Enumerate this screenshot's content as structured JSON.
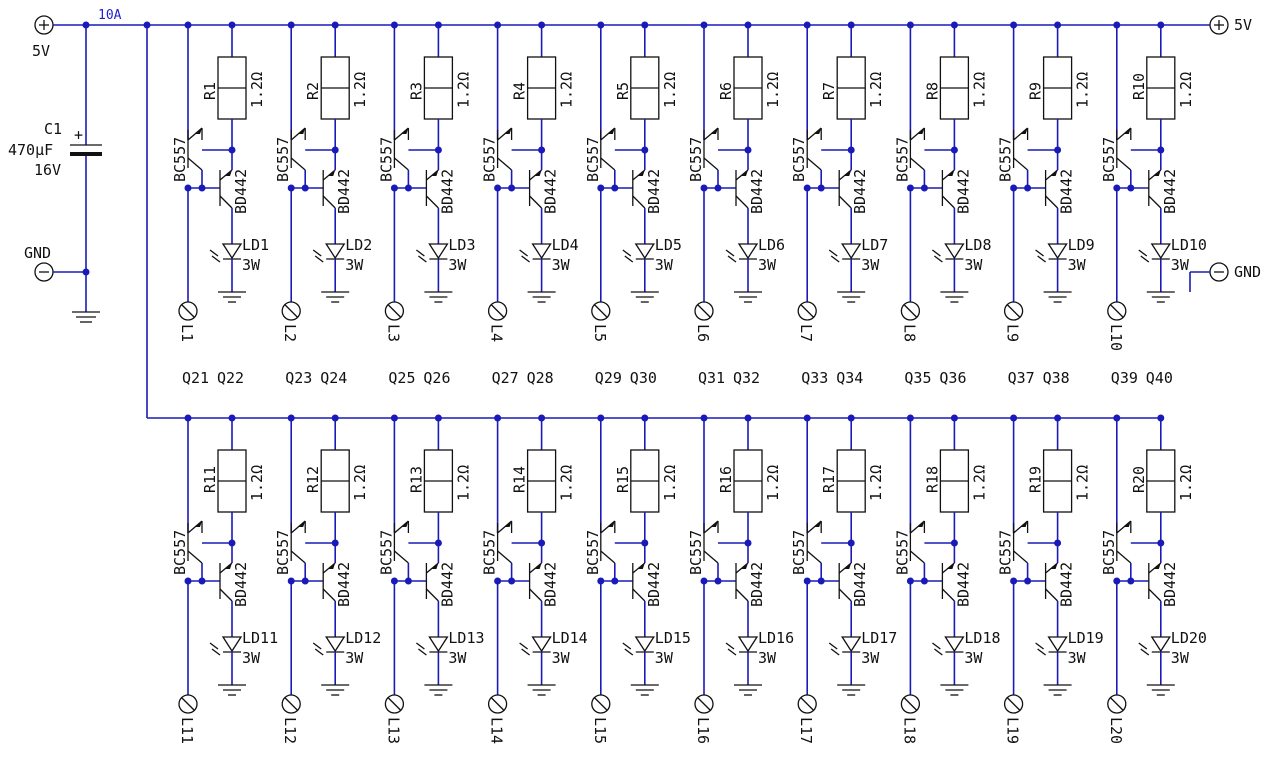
{
  "supply": {
    "pos_label_left": "5V",
    "pos_label_right": "5V",
    "gnd_label_left": "GND",
    "gnd_label_right": "GND",
    "current_label": "10A"
  },
  "capacitor": {
    "name": "C1",
    "value": "470µF",
    "voltage": "16V",
    "plus": "+"
  },
  "top_row": [
    {
      "r": "R1",
      "r_val": "1.2Ω",
      "q1": "BC557",
      "q2": "BD442",
      "led": "LD1",
      "led_w": "3W",
      "out": "L1"
    },
    {
      "r": "R2",
      "r_val": "1.2Ω",
      "q1": "BC557",
      "q2": "BD442",
      "led": "LD2",
      "led_w": "3W",
      "out": "L2"
    },
    {
      "r": "R3",
      "r_val": "1.2Ω",
      "q1": "BC557",
      "q2": "BD442",
      "led": "LD3",
      "led_w": "3W",
      "out": "L3"
    },
    {
      "r": "R4",
      "r_val": "1.2Ω",
      "q1": "BC557",
      "q2": "BD442",
      "led": "LD4",
      "led_w": "3W",
      "out": "L4"
    },
    {
      "r": "R5",
      "r_val": "1.2Ω",
      "q1": "BC557",
      "q2": "BD442",
      "led": "LD5",
      "led_w": "3W",
      "out": "L5"
    },
    {
      "r": "R6",
      "r_val": "1.2Ω",
      "q1": "BC557",
      "q2": "BD442",
      "led": "LD6",
      "led_w": "3W",
      "out": "L6"
    },
    {
      "r": "R7",
      "r_val": "1.2Ω",
      "q1": "BC557",
      "q2": "BD442",
      "led": "LD7",
      "led_w": "3W",
      "out": "L7"
    },
    {
      "r": "R8",
      "r_val": "1.2Ω",
      "q1": "BC557",
      "q2": "BD442",
      "led": "LD8",
      "led_w": "3W",
      "out": "L8"
    },
    {
      "r": "R9",
      "r_val": "1.2Ω",
      "q1": "BC557",
      "q2": "BD442",
      "led": "LD9",
      "led_w": "3W",
      "out": "L9"
    },
    {
      "r": "R10",
      "r_val": "1.2Ω",
      "q1": "BC557",
      "q2": "BD442",
      "led": "LD10",
      "led_w": "3W",
      "out": "L10"
    }
  ],
  "bottom_row": [
    {
      "qa": "Q21",
      "qb": "Q22",
      "r": "R11",
      "r_val": "1.2Ω",
      "q1": "BC557",
      "q2": "BD442",
      "led": "LD11",
      "led_w": "3W",
      "out": "L11"
    },
    {
      "qa": "Q23",
      "qb": "Q24",
      "r": "R12",
      "r_val": "1.2Ω",
      "q1": "BC557",
      "q2": "BD442",
      "led": "LD12",
      "led_w": "3W",
      "out": "L12"
    },
    {
      "qa": "Q25",
      "qb": "Q26",
      "r": "R13",
      "r_val": "1.2Ω",
      "q1": "BC557",
      "q2": "BD442",
      "led": "LD13",
      "led_w": "3W",
      "out": "L13"
    },
    {
      "qa": "Q27",
      "qb": "Q28",
      "r": "R14",
      "r_val": "1.2Ω",
      "q1": "BC557",
      "q2": "BD442",
      "led": "LD14",
      "led_w": "3W",
      "out": "L14"
    },
    {
      "qa": "Q29",
      "qb": "Q30",
      "r": "R15",
      "r_val": "1.2Ω",
      "q1": "BC557",
      "q2": "BD442",
      "led": "LD15",
      "led_w": "3W",
      "out": "L15"
    },
    {
      "qa": "Q31",
      "qb": "Q32",
      "r": "R16",
      "r_val": "1.2Ω",
      "q1": "BC557",
      "q2": "BD442",
      "led": "LD16",
      "led_w": "3W",
      "out": "L16"
    },
    {
      "qa": "Q33",
      "qb": "Q34",
      "r": "R17",
      "r_val": "1.2Ω",
      "q1": "BC557",
      "q2": "BD442",
      "led": "LD17",
      "led_w": "3W",
      "out": "L17"
    },
    {
      "qa": "Q35",
      "qb": "Q36",
      "r": "R18",
      "r_val": "1.2Ω",
      "q1": "BC557",
      "q2": "BD442",
      "led": "LD18",
      "led_w": "3W",
      "out": "L18"
    },
    {
      "qa": "Q37",
      "qb": "Q38",
      "r": "R19",
      "r_val": "1.2Ω",
      "q1": "BC557",
      "q2": "BD442",
      "led": "LD19",
      "led_w": "3W",
      "out": "L19"
    },
    {
      "qa": "Q39",
      "qb": "Q40",
      "r": "R20",
      "r_val": "1.2Ω",
      "q1": "BC557",
      "q2": "BD442",
      "led": "LD20",
      "led_w": "3W",
      "out": "L20"
    }
  ]
}
